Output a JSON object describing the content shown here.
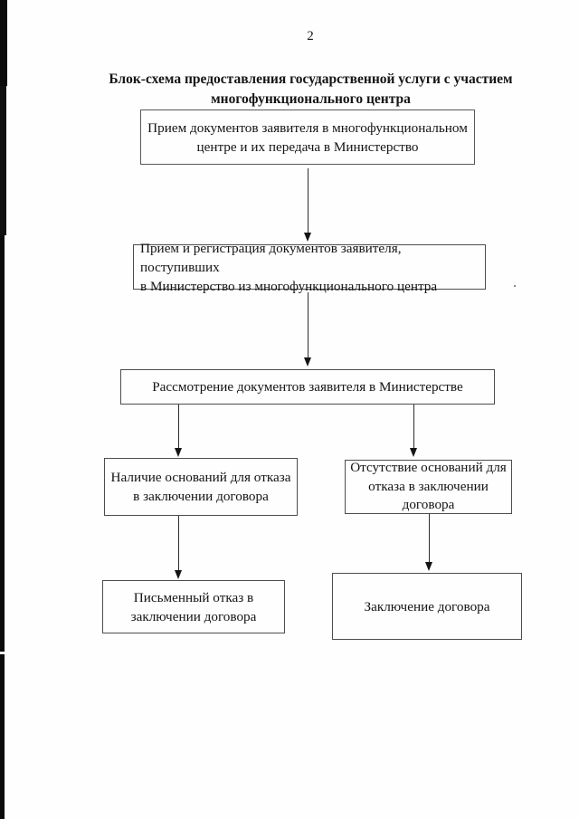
{
  "page": {
    "number": "2",
    "title_lines": [
      "Блок-схема предоставления государственной услуги с участием",
      "многофункционального центра"
    ]
  },
  "flowchart": {
    "boxes": {
      "mfc_reception": {
        "lines": [
          "Прием документов заявителя в многофункциональном",
          "центре и их передача в Министерство"
        ]
      },
      "ministry_registration": {
        "lines": [
          "Прием и регистрация документов заявителя, поступивших",
          "в Министерство из многофункционального центра"
        ]
      },
      "review": {
        "lines": [
          "Рассмотрение документов заявителя в Министерстве"
        ]
      },
      "refusal_grounds": {
        "lines": [
          "Наличие оснований для отказа",
          "в заключении договора"
        ]
      },
      "no_refusal_grounds": {
        "lines": [
          "Отсутствие оснований для",
          "отказа в заключении",
          "договора"
        ]
      },
      "written_refusal": {
        "lines": [
          "Письменный отказ в",
          "заключении договора"
        ]
      },
      "contract_conclusion": {
        "lines": [
          "Заключение договора"
        ]
      }
    },
    "colors": {
      "ink": "#141414",
      "paper": "#fefefe",
      "box_border": "#4d4d4d"
    }
  }
}
